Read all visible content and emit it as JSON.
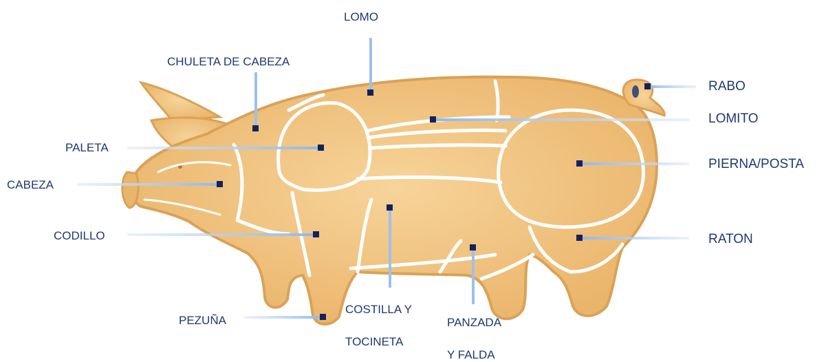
{
  "labels": {
    "lomo": "LOMO",
    "chuleta_de_cabeza": "CHULETA DE CABEZA",
    "paleta": "PALETA",
    "cabeza": "CABEZA",
    "codillo": "CODILLO",
    "pezuna": "PEZUÑA",
    "costilla_line1": "COSTILLA  Y",
    "costilla_line2": "TOCINETA",
    "panzada_line1": "PANZADA",
    "panzada_line2": "Y FALDA",
    "rabo": "RABO",
    "lomito": "LOMITO",
    "pierna_posta": "PIERNA/POSTA",
    "raton": "RATON"
  },
  "colors": {
    "body_fill": "#f3c684",
    "cut_line": "#ffffff",
    "outline": "#d9a257",
    "marker": "#12235c",
    "leader": "#8fb8e8",
    "text": "#1f3872"
  }
}
